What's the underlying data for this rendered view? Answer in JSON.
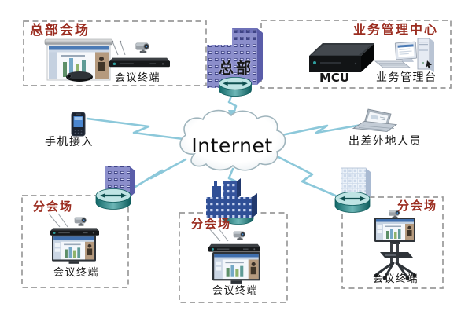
{
  "internet": {
    "label": "Internet"
  },
  "hq_box": {
    "title": "总部会场",
    "terminal_label": "会议终端"
  },
  "mgmt_box": {
    "title": "业务管理中心",
    "mcu_label": "MCU",
    "console_label": "业务管理台"
  },
  "hq_building": {
    "label": "总部"
  },
  "mobile": {
    "label": "手机接入"
  },
  "traveler": {
    "label": "出差外地人员"
  },
  "branch_left": {
    "title": "分会场",
    "terminal_label": "会议终端"
  },
  "branch_center": {
    "title": "分会场",
    "terminal_label": "会议终端"
  },
  "branch_right": {
    "title": "分会场",
    "terminal_label": "会议终端"
  },
  "colors": {
    "box_title": "#9b2d20",
    "device_label": "#161616",
    "link": "#8cc8da",
    "dashed_border": "#9a9a9a",
    "router_teal": "#2f8f8f",
    "building_purple": "#8b8ecb",
    "building_navy": "#2f4f96",
    "building_light": "#ccd9ea",
    "cloud_fill": "#fcfdfe"
  },
  "icons": [
    "internet-cloud-icon",
    "router-icon",
    "hq-building-icon",
    "office-building-icon",
    "factory-building-icon",
    "projection-screen-icon",
    "projector-icon",
    "conference-codec-icon",
    "camera-icon",
    "monitor-terminal-icon",
    "mcu-server-icon",
    "desktop-computer-icon",
    "mobile-phone-icon",
    "laptop-icon",
    "rolling-stand-icon"
  ]
}
